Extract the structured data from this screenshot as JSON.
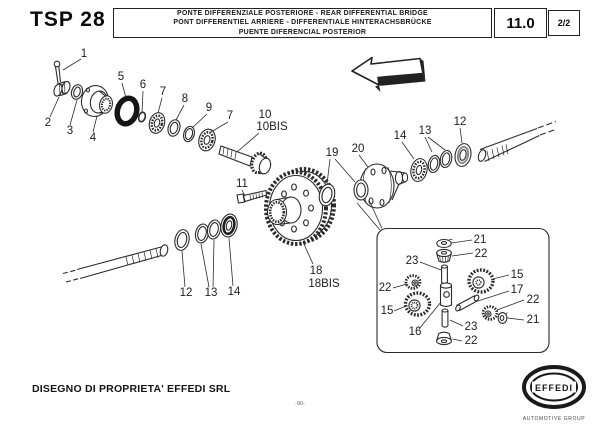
{
  "header": {
    "model": "TSP 28",
    "title_line1": "PONTE DIFFERENZIALE POSTERIORE - REAR DIFFERENTIAL BRIDGE",
    "title_line2": "PONT DIFFERENTIEL ARRIERE - DIFFERENTIALE HINTERACHSBRÜCKE",
    "title_line3": "PUENTE DIFERENCIAL POSTERIOR",
    "section_code": "11.0",
    "page_indicator": "2/2"
  },
  "footer": {
    "property_note": "DISEGNO DI PROPRIETA' EFFEDI SRL",
    "page_number": "-90-",
    "logo_text": "EFFEDI",
    "logo_subtext": "AUTOMOTIVE GROUP"
  },
  "diagram": {
    "labels": {
      "p1": "1",
      "p2": "2",
      "p3": "3",
      "p4": "4",
      "p5": "5",
      "p6": "6",
      "p7a": "7",
      "p8": "8",
      "p9": "9",
      "p7b": "7",
      "p10": "10",
      "p10bis": "10BIS",
      "p11": "11",
      "p19": "19",
      "p20": "20",
      "p14r": "14",
      "p13r": "13",
      "p12r": "12",
      "p12b": "12",
      "p13b": "13",
      "p14b": "14",
      "p18": "18",
      "p18bis": "18BIS",
      "p21t": "21",
      "p22t": "22",
      "p23t": "23",
      "p15r": "15",
      "p17": "17",
      "p22r": "22",
      "p21r": "21",
      "p22l": "22",
      "p15l": "15",
      "p16": "16",
      "p23b": "23",
      "p22b": "22"
    }
  }
}
